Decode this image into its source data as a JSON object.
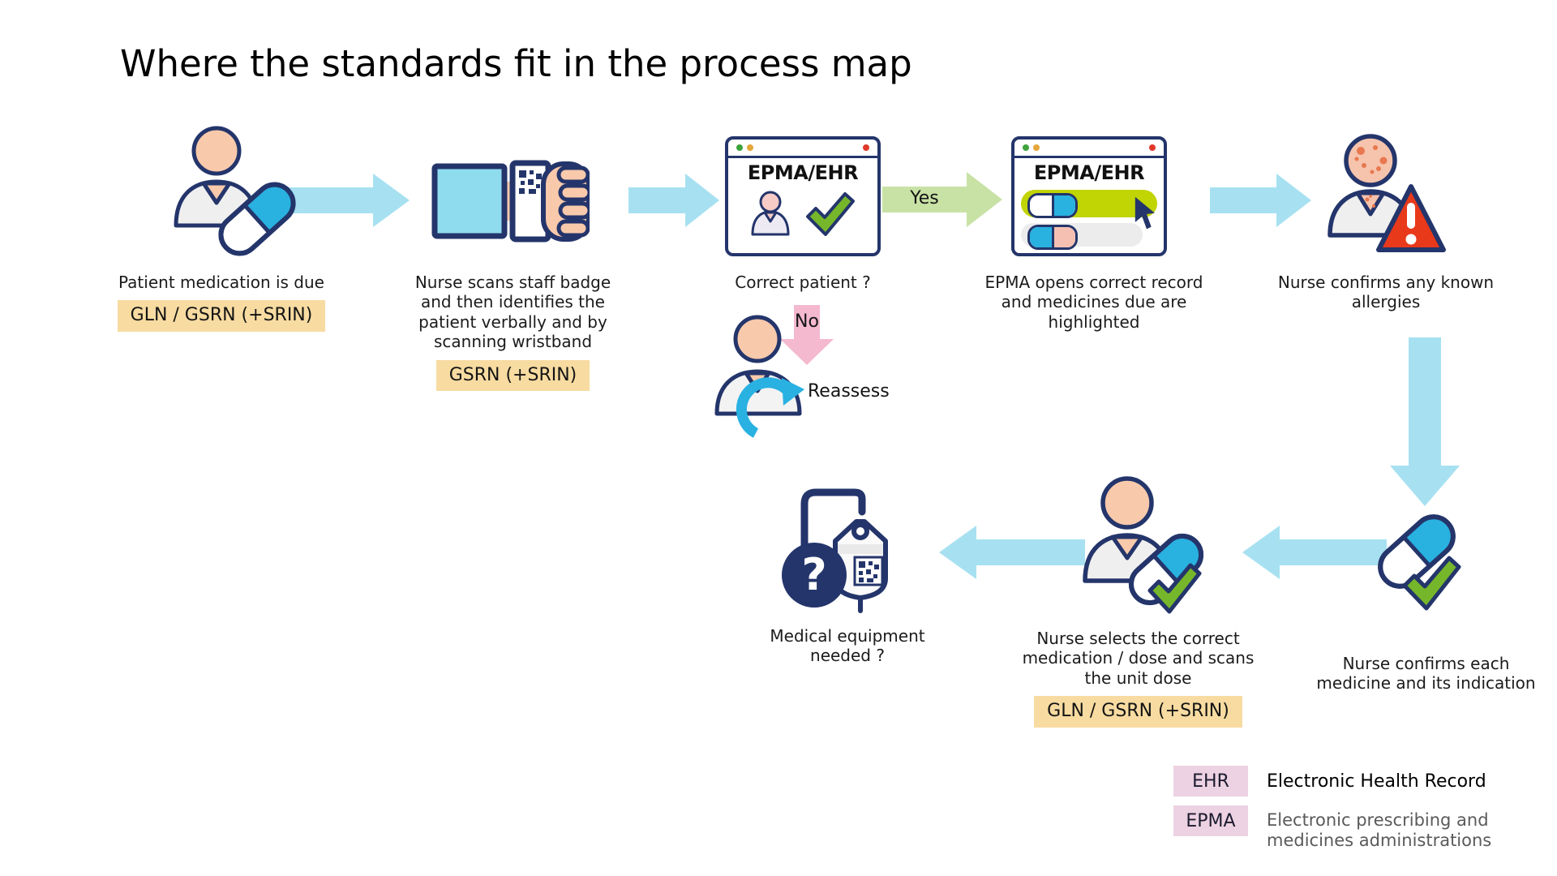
{
  "title": "Where the standards fit in the process map",
  "window_title": "EPMA/EHR",
  "steps": {
    "patient_due": {
      "caption": "Patient medication is due",
      "badge": "GLN / GSRN (+SRIN)"
    },
    "nurse_scans": {
      "caption": "Nurse scans staff badge and then identifies the patient verbally and by scanning wristband",
      "badge": "GSRN (+SRIN)"
    },
    "correct_patient": {
      "caption": "Correct patient ?"
    },
    "epma_opens": {
      "caption": "EPMA opens correct record and medicines due are highlighted"
    },
    "allergies": {
      "caption": "Nurse confirms any known allergies"
    },
    "confirm_each": {
      "caption": "Nurse confirms each medicine and its indication"
    },
    "select_med": {
      "caption": "Nurse selects the correct medication / dose and scans the unit dose",
      "badge": "GLN / GSRN (+SRIN)"
    },
    "equipment": {
      "caption": "Medical equipment needed ?"
    }
  },
  "flow": {
    "yes": "Yes",
    "no": "No",
    "reassess": "Reassess"
  },
  "icons": {
    "question_mark": "?"
  },
  "legend": {
    "items": [
      {
        "abbr": "EHR",
        "desc": "Electronic Health Record"
      },
      {
        "abbr": "EPMA",
        "desc": "Electronic prescribing and medicines administrations"
      }
    ]
  },
  "colors": {
    "navy": "#24356b",
    "peach": "#f8c9ab",
    "shirt": "#efefef",
    "cyan": "#29b1e0",
    "sleeve_cyan": "#8edcee",
    "arrow_blue": "#a7e1f1",
    "yes_green": "#c8e2a5",
    "check_green": "#76b62b",
    "highlight_lime": "#c1d404",
    "no_pink": "#f4b9cf",
    "badge_tan": "#f7dba1",
    "legend_pink": "#ecd2e2",
    "alert_red": "#e8391b"
  }
}
